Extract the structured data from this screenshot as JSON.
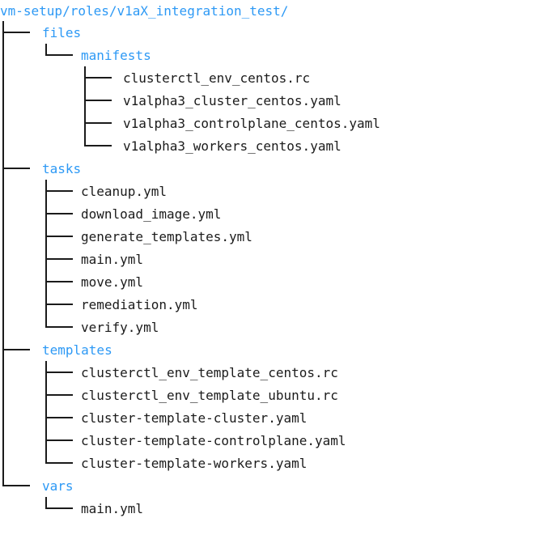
{
  "page": {
    "background": "#ffffff"
  },
  "tree": {
    "root_label": "vm-setup/roles/v1aX_integration_test/",
    "colors": {
      "directory": "#2d99f5",
      "file": "#1b1b1b",
      "connector": "#1b1b1b"
    },
    "items": [
      {
        "name": "files",
        "type": "directory",
        "children": [
          {
            "name": "manifests",
            "type": "directory",
            "children": [
              {
                "name": "clusterctl_env_centos.rc",
                "type": "file"
              },
              {
                "name": "v1alpha3_cluster_centos.yaml",
                "type": "file"
              },
              {
                "name": "v1alpha3_controlplane_centos.yaml",
                "type": "file"
              },
              {
                "name": "v1alpha3_workers_centos.yaml",
                "type": "file"
              }
            ]
          }
        ]
      },
      {
        "name": "tasks",
        "type": "directory",
        "children": [
          {
            "name": "cleanup.yml",
            "type": "file"
          },
          {
            "name": "download_image.yml",
            "type": "file"
          },
          {
            "name": "generate_templates.yml",
            "type": "file"
          },
          {
            "name": "main.yml",
            "type": "file"
          },
          {
            "name": "move.yml",
            "type": "file"
          },
          {
            "name": "remediation.yml",
            "type": "file"
          },
          {
            "name": "verify.yml",
            "type": "file"
          }
        ]
      },
      {
        "name": "templates",
        "type": "directory",
        "children": [
          {
            "name": "clusterctl_env_template_centos.rc",
            "type": "file"
          },
          {
            "name": "clusterctl_env_template_ubuntu.rc",
            "type": "file"
          },
          {
            "name": "cluster-template-cluster.yaml",
            "type": "file"
          },
          {
            "name": "cluster-template-controlplane.yaml",
            "type": "file"
          },
          {
            "name": "cluster-template-workers.yaml",
            "type": "file"
          }
        ]
      },
      {
        "name": "vars",
        "type": "directory",
        "children": [
          {
            "name": "main.yml",
            "type": "file"
          }
        ]
      }
    ]
  }
}
